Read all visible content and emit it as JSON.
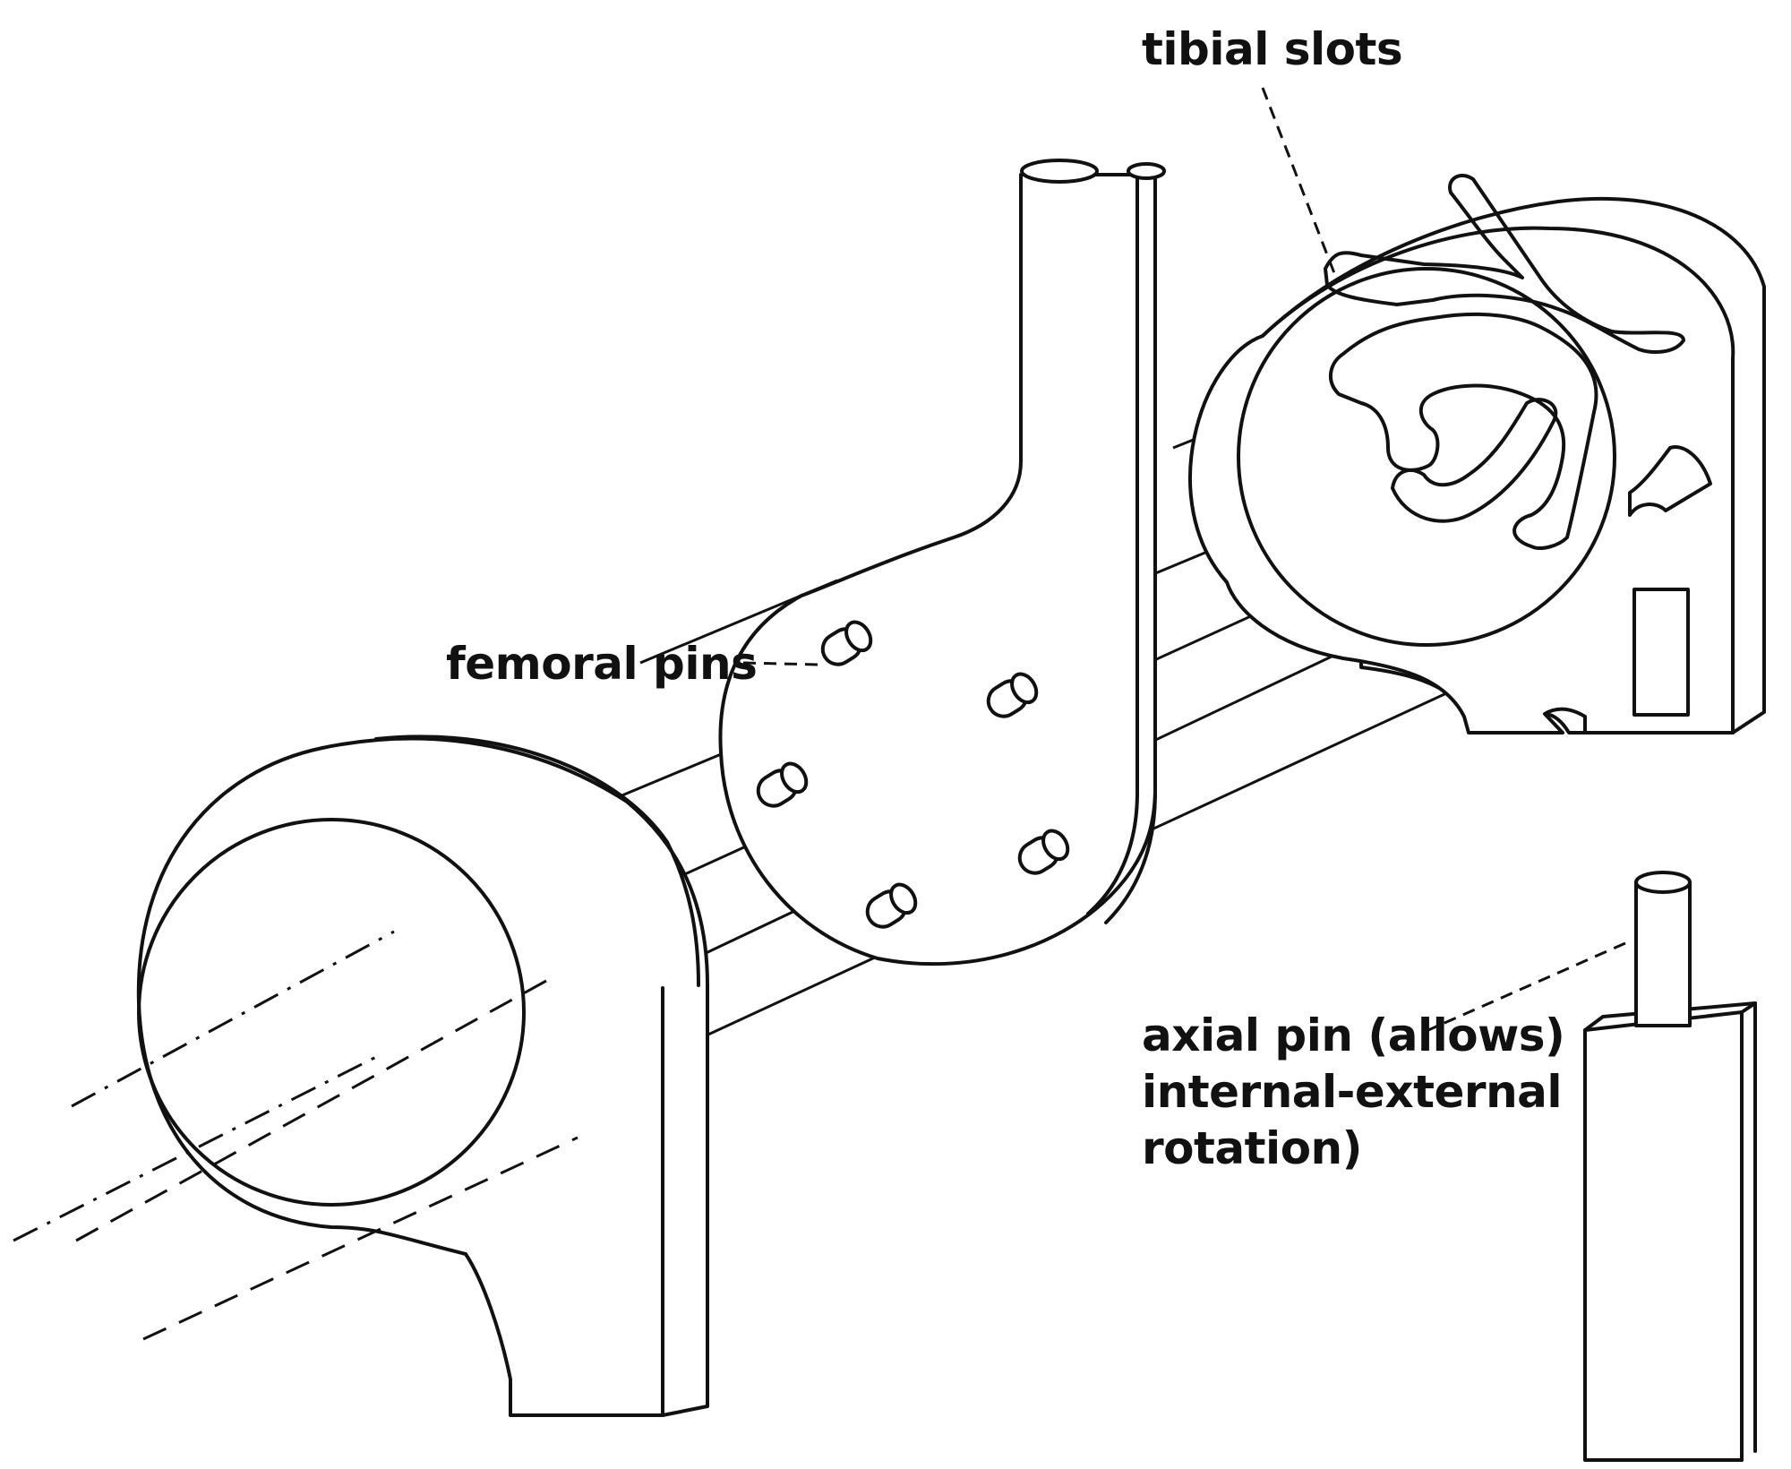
{
  "labels": {
    "tibial_slots": "tibial slots",
    "femoral_pins": "femoral pins",
    "axial_pin": [
      "axial pin (allows)",
      "internal-external",
      "rotation)"
    ]
  },
  "colors": {
    "stroke": "#111111",
    "background": "#ffffff"
  }
}
